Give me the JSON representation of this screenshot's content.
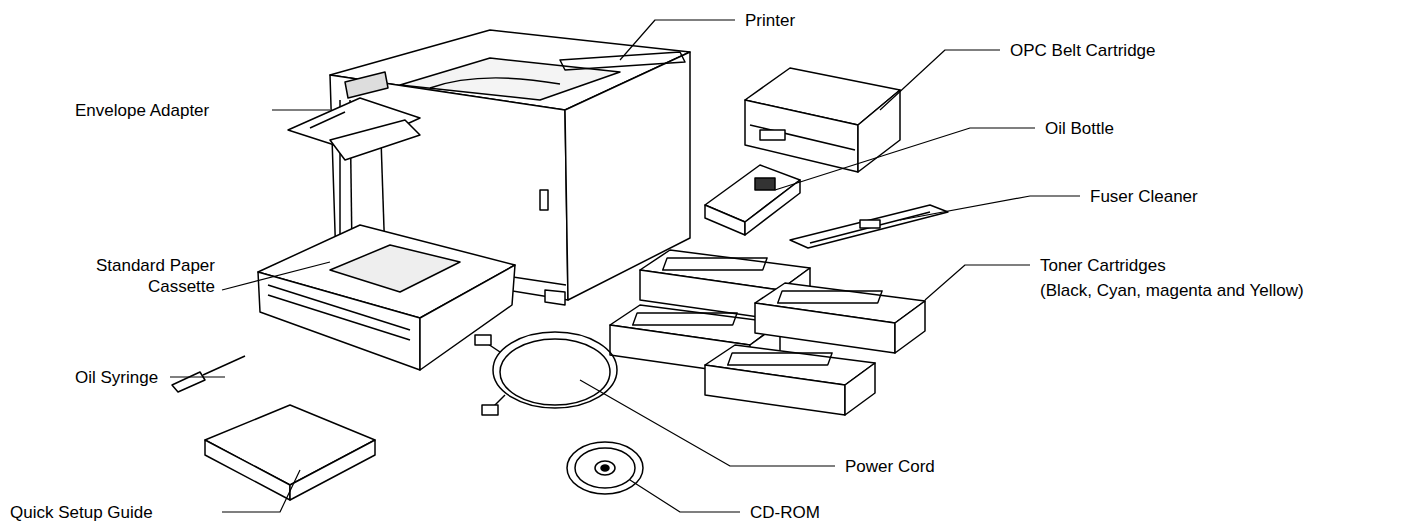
{
  "diagram": {
    "labels": [
      "Printer",
      "OPC Belt Cartridge",
      "Envelope Adapter",
      "Oil Bottle",
      "Fuser Cleaner",
      "Standard Paper Cassette",
      "Toner Cartridges",
      "(Black, Cyan, magenta and Yellow)",
      "Oil Syringe",
      "Quick Setup Guide",
      "Power Cord",
      "CD-ROM"
    ]
  }
}
